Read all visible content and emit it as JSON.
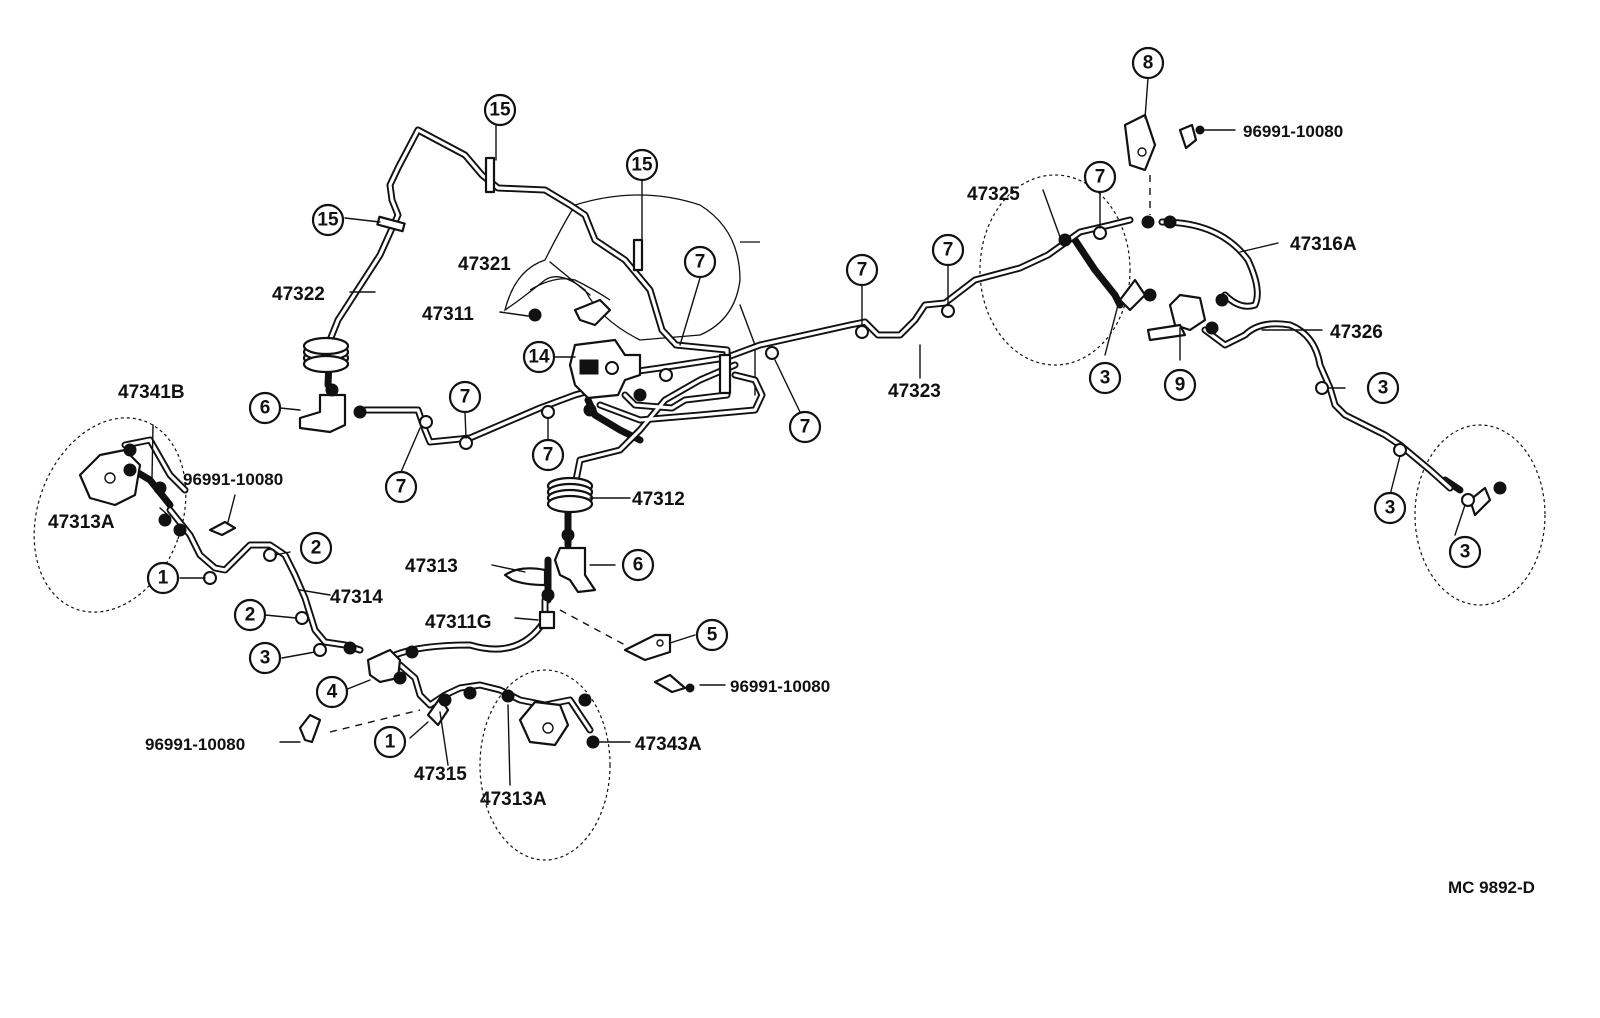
{
  "parts": {
    "p47322": "47322",
    "p47321": "47321",
    "p47311": "47311",
    "p47341B": "47341B",
    "p96991_left": "96991-10080",
    "p47313A_left": "47313A",
    "p47314": "47314",
    "p47313_mid": "47313",
    "p47311G": "47311G",
    "p47312": "47312",
    "p96991_mid": "96991-10080",
    "p96991_bottom": "96991-10080",
    "p47315": "47315",
    "p47313A_bottom": "47313A",
    "p47343A": "47343A",
    "p47323": "47323",
    "p47325": "47325",
    "p96991_top": "96991-10080",
    "p47316A": "47316A",
    "p47326": "47326"
  },
  "callouts": {
    "c15a": "15",
    "c15b": "15",
    "c15c": "15",
    "c7a": "7",
    "c7b": "7",
    "c7c": "7",
    "c7d": "7",
    "c7e": "7",
    "c7f": "7",
    "c7g": "7",
    "c7h": "7",
    "c14": "14",
    "c6a": "6",
    "c6b": "6",
    "c8": "8",
    "c3a": "3",
    "c3b": "3",
    "c3c": "3",
    "c3d": "3",
    "c3e": "3",
    "c9": "9",
    "c2a": "2",
    "c2b": "2",
    "c1a": "1",
    "c1b": "1",
    "c4": "4",
    "c5": "5"
  },
  "drawing_code": "MC  9892-D"
}
